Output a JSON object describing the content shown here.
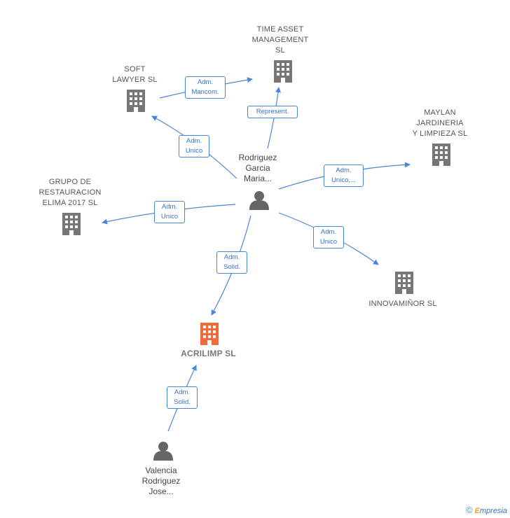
{
  "nodes": {
    "time_asset": {
      "label": "TIME ASSET\nMANAGEMENT\nSL"
    },
    "soft_lawyer": {
      "label": "SOFT\nLAWYER  SL"
    },
    "maylan": {
      "label": "MAYLAN\nJARDINERIA\nY LIMPIEZA  SL"
    },
    "grupo": {
      "label": "GRUPO DE\nRESTAURACION\nELIMA 2017  SL"
    },
    "innovaminor": {
      "label": "INNOVAMIÑOR SL"
    },
    "acrilimp": {
      "label": "ACRILIMP SL"
    },
    "rodriguez": {
      "label": "Rodriguez\nGarcia\nMaria..."
    },
    "valencia": {
      "label": "Valencia\nRodriguez\nJose..."
    }
  },
  "edges": {
    "mancom": {
      "label": "Adm.\nMancom."
    },
    "represent": {
      "label": "Represent."
    },
    "unico_soft": {
      "label": "Adm.\nUnico"
    },
    "unico_maylan": {
      "label": "Adm.\nUnico,..."
    },
    "unico_grupo": {
      "label": "Adm.\nUnico"
    },
    "unico_innov": {
      "label": "Adm.\nUnico"
    },
    "solid_rod": {
      "label": "Adm.\nSolid."
    },
    "solid_val": {
      "label": "Adm.\nSolid."
    }
  },
  "colors": {
    "edge": "#4a86d8",
    "company": "#777777",
    "focus_company": "#f26a3c",
    "person": "#666666"
  },
  "footer": {
    "copyright": "©",
    "brand_first": "E",
    "brand_rest": "mpresia"
  }
}
